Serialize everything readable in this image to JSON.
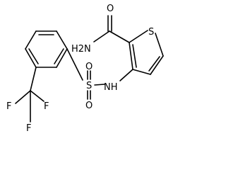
{
  "molecule": {
    "atoms": {
      "oxygen_carbonyl": "O",
      "amide_nh2": "H2N",
      "thiophene_sulfur": "S",
      "sulfonamide_nh": "NH",
      "sulfonyl_sulfur": "S",
      "sulfonyl_oxygen_top": "O",
      "sulfonyl_oxygen_bottom": "O",
      "fluorine_left": "F",
      "fluorine_right": "F",
      "fluorine_bottom": "F"
    }
  }
}
